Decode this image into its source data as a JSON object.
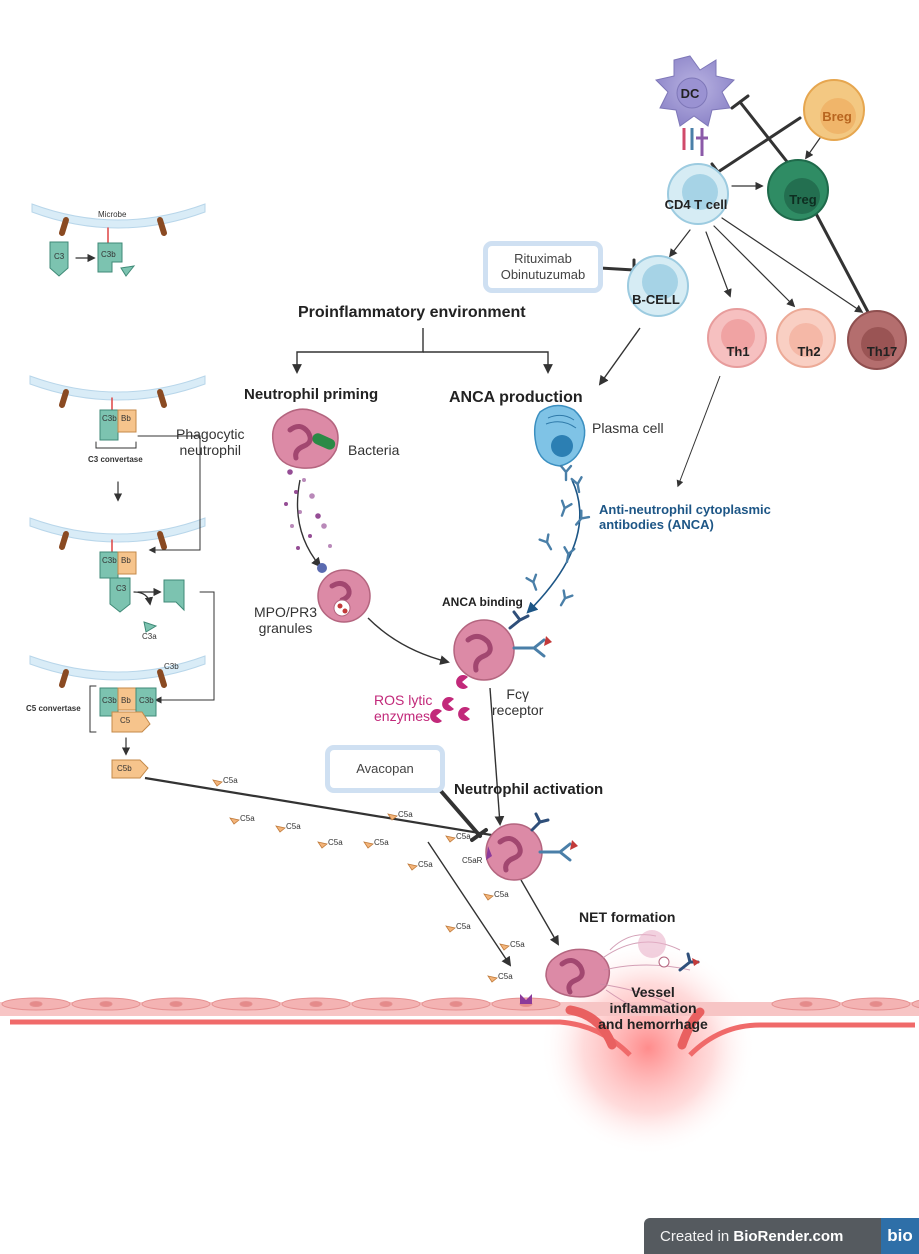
{
  "labels": {
    "microbe": "Microbe",
    "c3_a": "C3",
    "c3b_a": "C3b",
    "c3b_b": "C3b",
    "bb_b": "Bb",
    "c3_convertase": "C3 convertase",
    "c3b_c": "C3b",
    "bb_c": "Bb",
    "c3_c": "C3",
    "c3a": "C3a",
    "c3b_d1": "C3b",
    "c3b_d2": "C3b",
    "bb_d": "Bb",
    "c3b_d_top": "C3b",
    "c5": "C5",
    "c5_convertase": "C5 convertase",
    "c5b": "C5b",
    "c5a": "C5a",
    "c5ar": "C5aR",
    "proinflammatory": "Proinflammatory environment",
    "neutrophil_priming": "Neutrophil priming",
    "anca_production": "ANCA production",
    "phagocytic_neutrophil": "Phagocytic\nneutrophil",
    "bacteria": "Bacteria",
    "plasma_cell": "Plasma cell",
    "anca_full": "Anti-neutrophil cytoplasmic\nantibodies (ANCA)",
    "mpo_granules": "MPO/PR3\ngranules",
    "anca_binding": "ANCA binding",
    "ros": "ROS lytic\nenzymes",
    "fcy": "Fcγ\nreceptor",
    "neutrophil_activation": "Neutrophil activation",
    "net_formation": "NET formation",
    "vessel": "Vessel\ninflammation\nand hemorrhage",
    "dc": "DC",
    "breg": "Breg",
    "cd4": "CD4 T cell",
    "treg": "Treg",
    "bcell": "B-CELL",
    "th1": "Th1",
    "th2": "Th2",
    "th17": "Th17"
  },
  "drugs": {
    "rituximab": "Rituximab\nObinutuzumab",
    "avacopan": "Avacopan"
  },
  "footer": {
    "created_in": "Created in ",
    "brand": "BioRender.com",
    "logo": "bio"
  },
  "colors": {
    "neutrophil": "#dc8aa6",
    "neutrophil_nucleus": "#a24770",
    "ros": "#c2297a",
    "anca_text": "#1d5686",
    "complement_green": "#7cc3b0",
    "complement_orange": "#f6c48c",
    "vessel_red": "#f06a6a"
  },
  "icons": [
    "microbe-membrane-icon",
    "antibody-icon",
    "c5a-fragment-icon",
    "dendritic-cell-icon"
  ]
}
